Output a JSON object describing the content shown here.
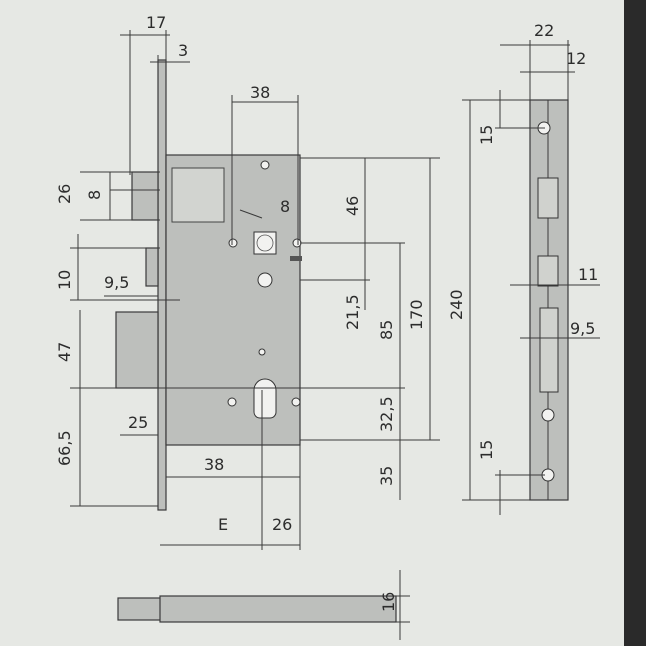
{
  "dims": {
    "d17": "17",
    "d3": "3",
    "d38_top": "38",
    "d26": "26",
    "d8_left": "8",
    "d8_follower": "8",
    "d10": "10",
    "d9_5_left": "9,5",
    "d47": "47",
    "d66_5": "66,5",
    "d25": "25",
    "d46": "46",
    "d21_5": "21,5",
    "d85": "85",
    "d170": "170",
    "d32_5": "32,5",
    "d35": "35",
    "d38_bottom": "38",
    "E": "E",
    "d26_bottom": "26",
    "d22": "22",
    "d12": "12",
    "d240": "240",
    "d15_top": "15",
    "d15_bottom": "15",
    "d11": "11",
    "d9_5_right": "9,5",
    "d16": "16"
  }
}
